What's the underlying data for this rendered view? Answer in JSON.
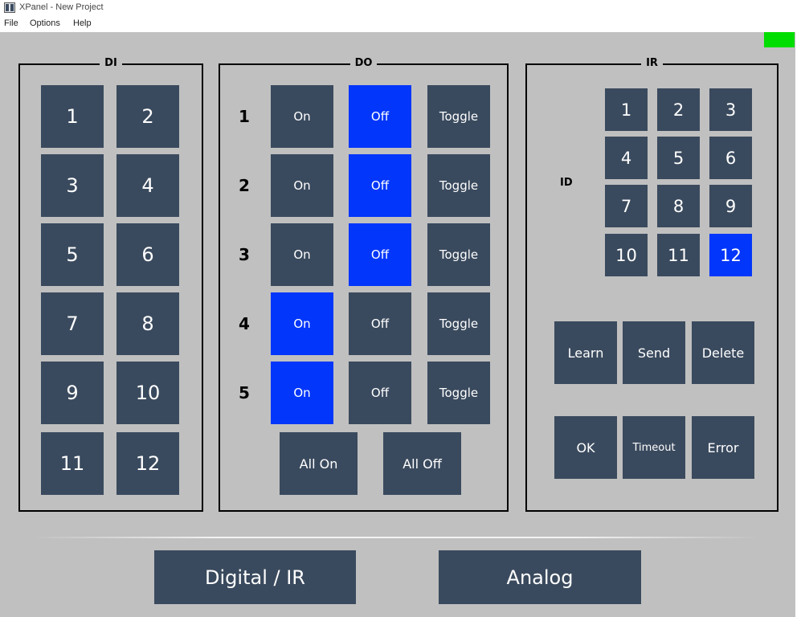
{
  "window": {
    "title": "XPanel - New Project"
  },
  "menu": {
    "file": "File",
    "options": "Options",
    "help": "Help"
  },
  "colors": {
    "button": "#3a4a5e",
    "active": "#0236fa",
    "indicator": "#00dd00",
    "background": "#c0c0c0"
  },
  "di": {
    "title": "DI",
    "inputs": [
      "1",
      "2",
      "3",
      "4",
      "5",
      "6",
      "7",
      "8",
      "9",
      "10",
      "11",
      "12"
    ]
  },
  "do": {
    "title": "DO",
    "rows": [
      {
        "label": "1",
        "on": "On",
        "off": "Off",
        "toggle": "Toggle",
        "state": "off"
      },
      {
        "label": "2",
        "on": "On",
        "off": "Off",
        "toggle": "Toggle",
        "state": "off"
      },
      {
        "label": "3",
        "on": "On",
        "off": "Off",
        "toggle": "Toggle",
        "state": "off"
      },
      {
        "label": "4",
        "on": "On",
        "off": "Off",
        "toggle": "Toggle",
        "state": "on"
      },
      {
        "label": "5",
        "on": "On",
        "off": "Off",
        "toggle": "Toggle",
        "state": "on"
      }
    ],
    "all_on": "All On",
    "all_off": "All Off"
  },
  "ir": {
    "title": "IR",
    "id_label": "ID",
    "ids": [
      "1",
      "2",
      "3",
      "4",
      "5",
      "6",
      "7",
      "8",
      "9",
      "10",
      "11",
      "12"
    ],
    "selected_id": "12",
    "learn": "Learn",
    "send": "Send",
    "delete": "Delete",
    "ok": "OK",
    "timeout": "Timeout",
    "error": "Error"
  },
  "tabs": {
    "digital": "Digital / IR",
    "analog": "Analog"
  }
}
